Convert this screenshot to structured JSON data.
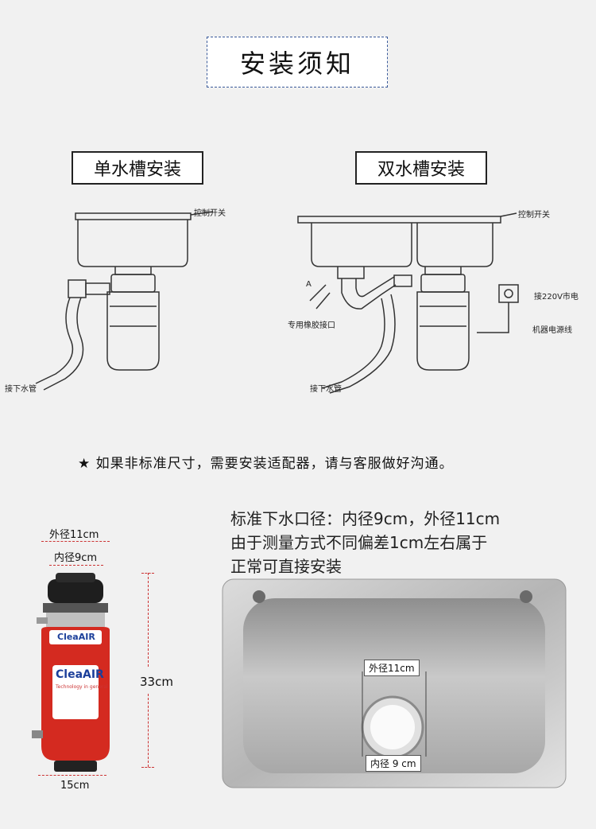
{
  "header": {
    "title": "安装须知"
  },
  "single_sink": {
    "label": "单水槽安装",
    "switch_label": "控制开关",
    "drain_label": "接下水管"
  },
  "double_sink": {
    "label": "双水槽安装",
    "switch_label": "控制开关",
    "power_label": "接220V市电",
    "cord_label": "机器电源线",
    "a_label": "A",
    "rubber_label": "专用橡胶接口",
    "drain_label": "接下水管"
  },
  "note": "★ 如果非标准尺寸，需要安装适配器，请与客服做好沟通。",
  "standard": {
    "line1": "标准下水口径：内径9cm，外径11cm",
    "line2": "由于测量方式不同偏差1cm左右属于",
    "line3": "正常可直接安装"
  },
  "product": {
    "outer_label": "外径11cm",
    "inner_label": "内径9cm",
    "height_label": "33cm",
    "width_label": "15cm",
    "brand": "CleaAIR",
    "tagline": "Technology in general",
    "colors": {
      "body": "#d42a20",
      "cap": "#1e1e1e",
      "ring": "#c0c0c0",
      "brand_blue": "#1c3f9a"
    }
  },
  "sink": {
    "outer_label": "外径11cm",
    "inner_label": "内径 9 cm"
  }
}
